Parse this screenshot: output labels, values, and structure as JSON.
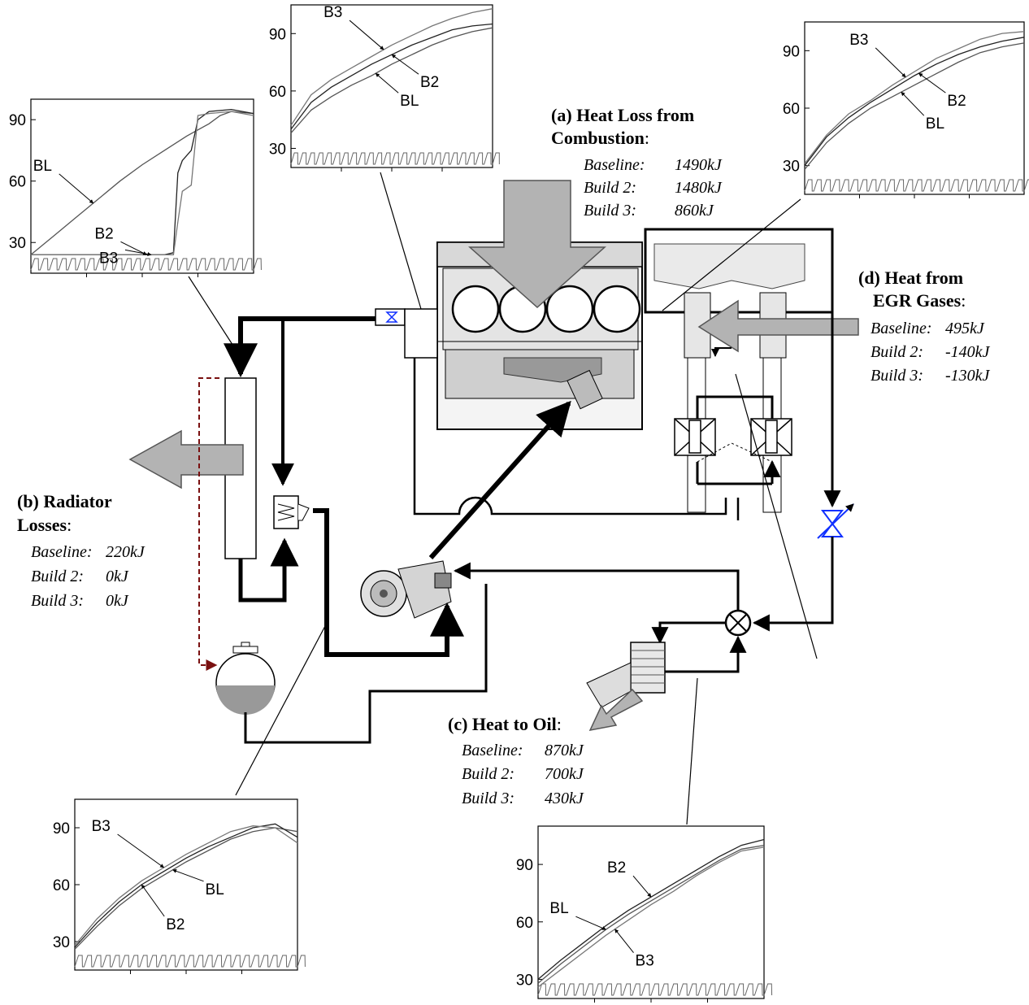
{
  "annotations": {
    "combustion": {
      "title_line1": "(a) Heat Loss from",
      "title_line2": "Combustion",
      "colon": ":",
      "rows": [
        {
          "build": "Baseline:",
          "value": "1490kJ"
        },
        {
          "build": "Build 2:",
          "value": "1480kJ"
        },
        {
          "build": "Build 3:",
          "value": "860kJ"
        }
      ]
    },
    "radiator": {
      "title_line1": "(b) Radiator",
      "title_line2": "Losses",
      "colon": ":",
      "rows": [
        {
          "build": "Baseline:",
          "value": "220kJ"
        },
        {
          "build": "Build 2:",
          "value": "0kJ"
        },
        {
          "build": "Build 3:",
          "value": "0kJ"
        }
      ]
    },
    "oil": {
      "title": "(c) Heat to Oil",
      "colon": ":",
      "rows": [
        {
          "build": "Baseline:",
          "value": "870kJ"
        },
        {
          "build": "Build 2:",
          "value": "700kJ"
        },
        {
          "build": "Build 3:",
          "value": "430kJ"
        }
      ]
    },
    "egr": {
      "title_line1": "(d) Heat from",
      "title_line2": "EGR Gases",
      "colon": ":",
      "rows": [
        {
          "build": "Baseline:",
          "value": "495kJ"
        },
        {
          "build": "Build 2:",
          "value": "-140kJ"
        },
        {
          "build": "Build 3:",
          "value": "-130kJ"
        }
      ]
    }
  },
  "chart_data": [
    {
      "id": "radiator-chart",
      "type": "line",
      "yticks": [
        30,
        60,
        90
      ],
      "ylim": [
        15,
        100
      ],
      "xlim": [
        0,
        100
      ],
      "labels": [
        {
          "text": "BL",
          "series": "BL",
          "at": 28
        },
        {
          "text": "B2",
          "series": "B2",
          "at": 52
        },
        {
          "text": "B3",
          "series": "B3",
          "at": 54
        }
      ],
      "series": [
        {
          "name": "BL",
          "x": [
            0,
            10,
            20,
            30,
            40,
            50,
            60,
            70,
            80,
            85,
            90,
            100
          ],
          "y": [
            24,
            33,
            42,
            51,
            60,
            68,
            75,
            82,
            88,
            92,
            94,
            93
          ]
        },
        {
          "name": "B2",
          "x": [
            0,
            20,
            40,
            60,
            64,
            66,
            68,
            72,
            75,
            80,
            90,
            100
          ],
          "y": [
            24,
            24,
            24,
            24,
            25,
            64,
            70,
            75,
            90,
            94,
            95,
            93
          ]
        },
        {
          "name": "B3",
          "x": [
            0,
            20,
            40,
            60,
            64,
            66,
            68,
            72,
            75,
            80,
            90,
            100
          ],
          "y": [
            24,
            24,
            24,
            24,
            24,
            40,
            55,
            58,
            92,
            93,
            94,
            92
          ]
        }
      ]
    },
    {
      "id": "combustion-chart",
      "type": "line",
      "yticks": [
        30,
        60,
        90
      ],
      "ylim": [
        20,
        105
      ],
      "xlim": [
        0,
        100
      ],
      "labels": [
        {
          "text": "B3",
          "series": "B3",
          "at": 46
        },
        {
          "text": "B2",
          "series": "B2",
          "at": 50
        },
        {
          "text": "BL",
          "series": "BL",
          "at": 42
        }
      ],
      "series": [
        {
          "name": "BL",
          "x": [
            0,
            10,
            20,
            30,
            40,
            50,
            60,
            70,
            80,
            90,
            100
          ],
          "y": [
            38,
            50,
            57,
            63,
            68,
            74,
            79,
            84,
            88,
            91,
            93
          ]
        },
        {
          "name": "B2",
          "x": [
            0,
            10,
            20,
            30,
            40,
            50,
            60,
            70,
            80,
            90,
            100
          ],
          "y": [
            40,
            54,
            62,
            68,
            74,
            79,
            84,
            88,
            92,
            94,
            95
          ]
        },
        {
          "name": "B3",
          "x": [
            0,
            10,
            20,
            30,
            40,
            50,
            60,
            70,
            80,
            90,
            100
          ],
          "y": [
            42,
            58,
            66,
            72,
            78,
            84,
            89,
            94,
            98,
            101,
            103
          ]
        }
      ]
    },
    {
      "id": "egr-chart",
      "type": "line",
      "yticks": [
        30,
        60,
        90
      ],
      "ylim": [
        15,
        105
      ],
      "xlim": [
        0,
        100
      ],
      "labels": [
        {
          "text": "B3",
          "series": "B3",
          "at": 46
        },
        {
          "text": "B2",
          "series": "B2",
          "at": 52
        },
        {
          "text": "BL",
          "series": "BL",
          "at": 44
        }
      ],
      "series": [
        {
          "name": "BL",
          "x": [
            0,
            10,
            20,
            30,
            40,
            50,
            60,
            70,
            80,
            90,
            100
          ],
          "y": [
            28,
            42,
            52,
            60,
            66,
            72,
            78,
            84,
            89,
            92,
            94
          ]
        },
        {
          "name": "B2",
          "x": [
            0,
            10,
            20,
            30,
            40,
            50,
            60,
            70,
            80,
            90,
            100
          ],
          "y": [
            30,
            45,
            55,
            63,
            70,
            77,
            83,
            88,
            92,
            95,
            97
          ]
        },
        {
          "name": "B3",
          "x": [
            0,
            10,
            20,
            30,
            40,
            50,
            60,
            70,
            80,
            90,
            100
          ],
          "y": [
            31,
            46,
            57,
            64,
            72,
            79,
            86,
            91,
            96,
            99,
            100
          ]
        }
      ]
    },
    {
      "id": "waterpump-chart",
      "type": "line",
      "yticks": [
        30,
        60,
        90
      ],
      "ylim": [
        15,
        105
      ],
      "xlim": [
        0,
        100
      ],
      "labels": [
        {
          "text": "B3",
          "series": "B3",
          "at": 40
        },
        {
          "text": "BL",
          "series": "BL",
          "at": 44
        },
        {
          "text": "B2",
          "series": "B2",
          "at": 30
        }
      ],
      "series": [
        {
          "name": "BL",
          "x": [
            0,
            10,
            20,
            30,
            40,
            50,
            60,
            70,
            80,
            90,
            100
          ],
          "y": [
            26,
            38,
            49,
            58,
            65,
            72,
            78,
            84,
            88,
            90,
            88
          ]
        },
        {
          "name": "B2",
          "x": [
            0,
            10,
            20,
            30,
            40,
            50,
            60,
            70,
            80,
            90,
            100
          ],
          "y": [
            27,
            40,
            51,
            60,
            67,
            74,
            80,
            85,
            90,
            92,
            85
          ]
        },
        {
          "name": "B3",
          "x": [
            0,
            10,
            20,
            30,
            40,
            50,
            60,
            70,
            80,
            90,
            100
          ],
          "y": [
            28,
            42,
            53,
            62,
            69,
            76,
            82,
            88,
            91,
            90,
            82
          ]
        }
      ]
    },
    {
      "id": "oil-chart",
      "type": "line",
      "yticks": [
        30,
        60,
        90
      ],
      "ylim": [
        20,
        110
      ],
      "xlim": [
        0,
        100
      ],
      "labels": [
        {
          "text": "B2",
          "series": "B2",
          "at": 50
        },
        {
          "text": "BL",
          "series": "BL",
          "at": 30
        },
        {
          "text": "B3",
          "series": "B3",
          "at": 34
        }
      ],
      "series": [
        {
          "name": "BL",
          "x": [
            0,
            10,
            20,
            30,
            40,
            50,
            60,
            70,
            80,
            90,
            100
          ],
          "y": [
            28,
            38,
            47,
            56,
            64,
            71,
            78,
            85,
            92,
            98,
            100
          ]
        },
        {
          "name": "B2",
          "x": [
            0,
            10,
            20,
            30,
            40,
            50,
            60,
            70,
            80,
            90,
            100
          ],
          "y": [
            30,
            40,
            49,
            58,
            66,
            73,
            80,
            87,
            94,
            100,
            103
          ]
        },
        {
          "name": "B3",
          "x": [
            0,
            10,
            20,
            30,
            40,
            50,
            60,
            70,
            80,
            90,
            100
          ],
          "y": [
            26,
            35,
            44,
            53,
            61,
            69,
            76,
            84,
            91,
            97,
            99
          ]
        }
      ]
    }
  ]
}
